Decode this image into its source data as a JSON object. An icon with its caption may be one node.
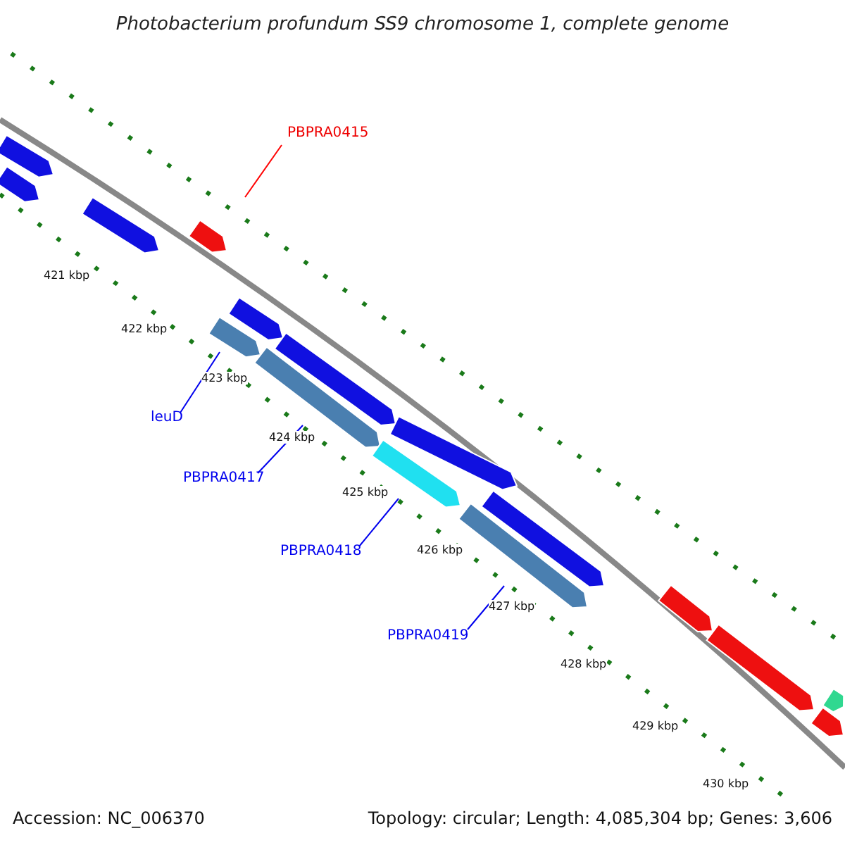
{
  "diagram": {
    "title": "Photobacterium profundum SS9 chromosome 1, complete genome",
    "nodes": [
      {
        "text": [
          "PBPRA0415"
        ]
      },
      {
        "text": [],
        "shape": "bar"
      },
      {
        "text": [
          "leuD"
        ]
      },
      {
        "text": [],
        "shape": "bar"
      },
      {
        "text": [
          "PBPRA0417"
        ]
      },
      {
        "text": [],
        "shape": "bar"
      },
      {
        "text": [
          "PBPRA0418"
        ]
      },
      {
        "text": [],
        "shape": "bar"
      },
      {
        "text": [
          "PBPRA0419"
        ]
      },
      {
        "text": [],
        "shape": "bar"
      },
      {
        "text": [],
        "shape": "bar"
      },
      {
        "text": [],
        "shape": "bar"
      },
      {
        "text": [],
        "shape": "bar"
      },
      {
        "text": [],
        "shape": "bar"
      },
      {
        "text": [],
        "shape": "bar"
      },
      {
        "text": [],
        "shape": "bar"
      },
      {
        "text": [],
        "shape": "bar"
      },
      {
        "text": [],
        "shape": "bar"
      },
      {
        "text": [],
        "shape": "bar"
      },
      {
        "text": [],
        "shape": "bar"
      },
      {
        "text": [],
        "shape": "bar"
      }
    ],
    "edges": [
      {
        "from": 0,
        "to": 1,
        "arrow": "none",
        "color": "#ff0000"
      },
      {
        "from": 2,
        "to": 3,
        "arrow": "none"
      },
      {
        "from": 4,
        "to": 5,
        "arrow": "none"
      },
      {
        "from": 6,
        "to": 7,
        "arrow": "none"
      },
      {
        "from": 8,
        "to": 9,
        "arrow": "none"
      }
    ],
    "labels": [
      "421 kbp",
      "422 kbp",
      "423 kbp",
      "424 kbp",
      "425 kbp",
      "426 kbp",
      "427 kbp",
      "428 kbp",
      "429 kbp",
      "430 kbp",
      "Accession: NC_006370",
      "Topology: circular; Length: 4,085,304 bp; Genes: 3,606"
    ]
  }
}
